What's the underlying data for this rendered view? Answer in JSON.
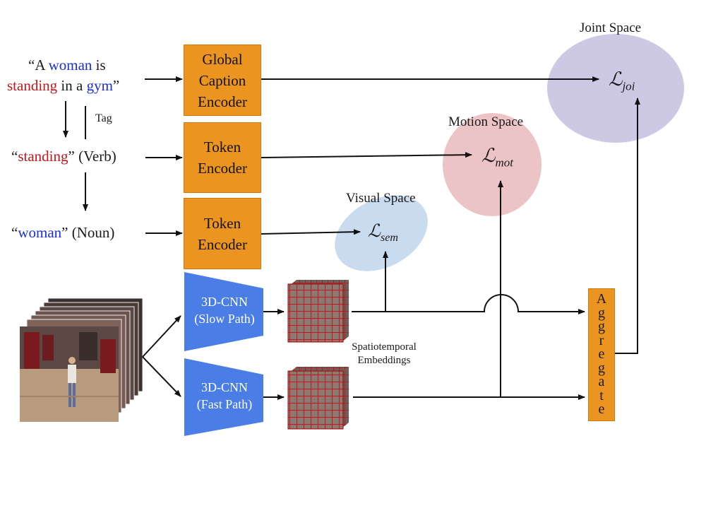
{
  "caption": {
    "open_quote": "“A ",
    "word_woman": "woman",
    "word_is": " is",
    "word_standing": "standing",
    "word_in_a": " in a ",
    "word_gym": "gym",
    "close_quote": "”"
  },
  "tag_label": "Tag",
  "verb_token": {
    "open": "“",
    "word": "standing",
    "rest": "” (Verb)"
  },
  "noun_token": {
    "open": "“",
    "word": "woman",
    "rest": "” (Noun)"
  },
  "boxes": {
    "global_caption_encoder": [
      "Global",
      "Caption",
      "Encoder"
    ],
    "token_encoder_verb": [
      "Token",
      "Encoder"
    ],
    "token_encoder_noun": [
      "Token",
      "Encoder"
    ]
  },
  "cnn": {
    "slow": [
      "3D-CNN",
      "(Slow Path)"
    ],
    "fast": [
      "3D-CNN",
      "(Fast Path)"
    ]
  },
  "embeddings_label": [
    "Spatiotemporal",
    "Embeddings"
  ],
  "aggregate_letters": [
    "A",
    "g",
    "g",
    "r",
    "e",
    "g",
    "a",
    "t",
    "e"
  ],
  "spaces": {
    "joint": {
      "label": "Joint Space",
      "loss": "ℒ",
      "sub": "joi"
    },
    "motion": {
      "label": "Motion Space",
      "loss": "ℒ",
      "sub": "mot"
    },
    "visual": {
      "label": "Visual Space",
      "loss": "ℒ",
      "sub": "sem"
    }
  },
  "colors": {
    "encoder_orange": "#ec9420",
    "cnn_blue": "#4a7ee6",
    "joint_ellipse": "#cdc8e4",
    "motion_ellipse": "#ecc4c6",
    "visual_ellipse": "#c9dbee",
    "highlight_red": "#c4161c",
    "highlight_blue": "#1a2ee0"
  }
}
